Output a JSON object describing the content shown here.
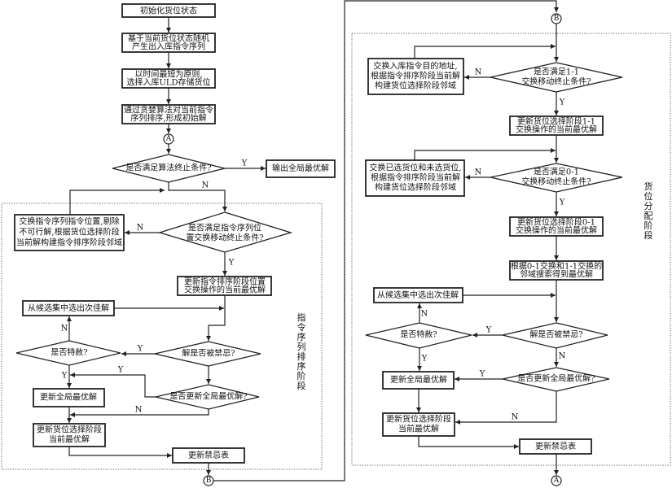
{
  "diagram": {
    "connectors": {
      "a": "A",
      "b": "B"
    },
    "yes": "Y",
    "no": "N",
    "main": {
      "init_state": "初始化货位状态",
      "gen_sequence": [
        "基于当前货位状态随机",
        "产生出入库指令序列"
      ],
      "select_uld": [
        "以时间最短为原则,",
        "选择入库ULD存储货位"
      ],
      "greedy_sort": [
        "通过贪婪算法对当前指令",
        "序列排序,形成初始解"
      ],
      "stop_check": "是否满足算法终止条件?",
      "output_best": "输出全局最优解"
    },
    "seq_stage": {
      "label": [
        "指",
        "令",
        "序",
        "列",
        "排",
        "序",
        "阶",
        "段"
      ],
      "swap_box": [
        "交换指令序列指令位置,剔除",
        "不可行解,根据货位选择阶段",
        "当前解构建指令排序阶段邻域"
      ],
      "swap_check": [
        "是否满足指令序列位",
        "置交换移动终止条件?"
      ],
      "update_local": [
        "更新指令排序阶段位置",
        "交换操作的当前最优解"
      ],
      "pick_next": "从候选集中选出次佳解",
      "aspiration": "是否特赦?",
      "tabu_check": "解是否被禁忌?",
      "update_global": "更新全局最优解",
      "global_check": "是否更新全局最优解?",
      "update_slot": [
        "更新货位选择阶段",
        "当前最优解"
      ],
      "update_tabu": "更新禁忌表"
    },
    "slot_stage": {
      "label": [
        "货",
        "位",
        "分",
        "配",
        "阶",
        "段"
      ],
      "swap11_box": [
        "交换入库指令目的地址,",
        "根据指令排序阶段当前解",
        "构建货位选择阶段邻域"
      ],
      "swap11_check": [
        "是否满足1-1",
        "交换移动终止条件?"
      ],
      "update11": [
        "更新货位选择阶段1-1",
        "交换操作的当前最优解"
      ],
      "swap01_box": [
        "交换已选货位和未选货位,",
        "根据指令排序阶段当前解",
        "构建货位选择阶段邻域"
      ],
      "swap01_check": [
        "是否满足0-1",
        "交换移动终止条件?"
      ],
      "update01": [
        "更新货位选择阶段0-1",
        "交换操作的当前最优解"
      ],
      "combine": [
        "根据0-1交换和1-1交换的",
        "邻域搜索得到最优解"
      ],
      "pick_next": "从候选集中选出次佳解",
      "aspiration": "是否特赦?",
      "tabu_check": "解是否被禁忌?",
      "update_global": "更新全局最优解",
      "global_check": "是否更新全局最优解?",
      "update_slot": [
        "更新货位选择阶段",
        "当前最优解"
      ],
      "update_tabu": "更新禁忌表"
    }
  }
}
